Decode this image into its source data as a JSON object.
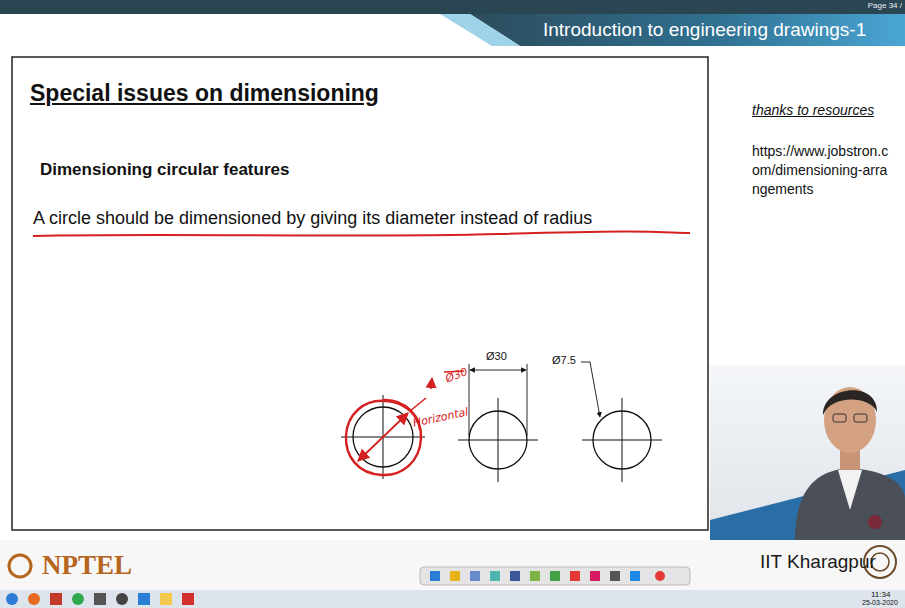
{
  "diagram": {
    "title": "Special issues on dimensioning",
    "labels": [
      "Page 34 /",
      "Introduction to engineering drawings-1",
      "Dimensioning circular features",
      "A circle should be dimensioned by giving its diameter instead of radius",
      "thanks to resources",
      "https://www.jobstron.com/dimensioning-arrangements",
      "Ø30",
      "Horizontal",
      "Ø30",
      "Ø7.5",
      "NPTEL",
      "IIT Kharagpur",
      "11:34",
      "25-03-2020"
    ]
  }
}
